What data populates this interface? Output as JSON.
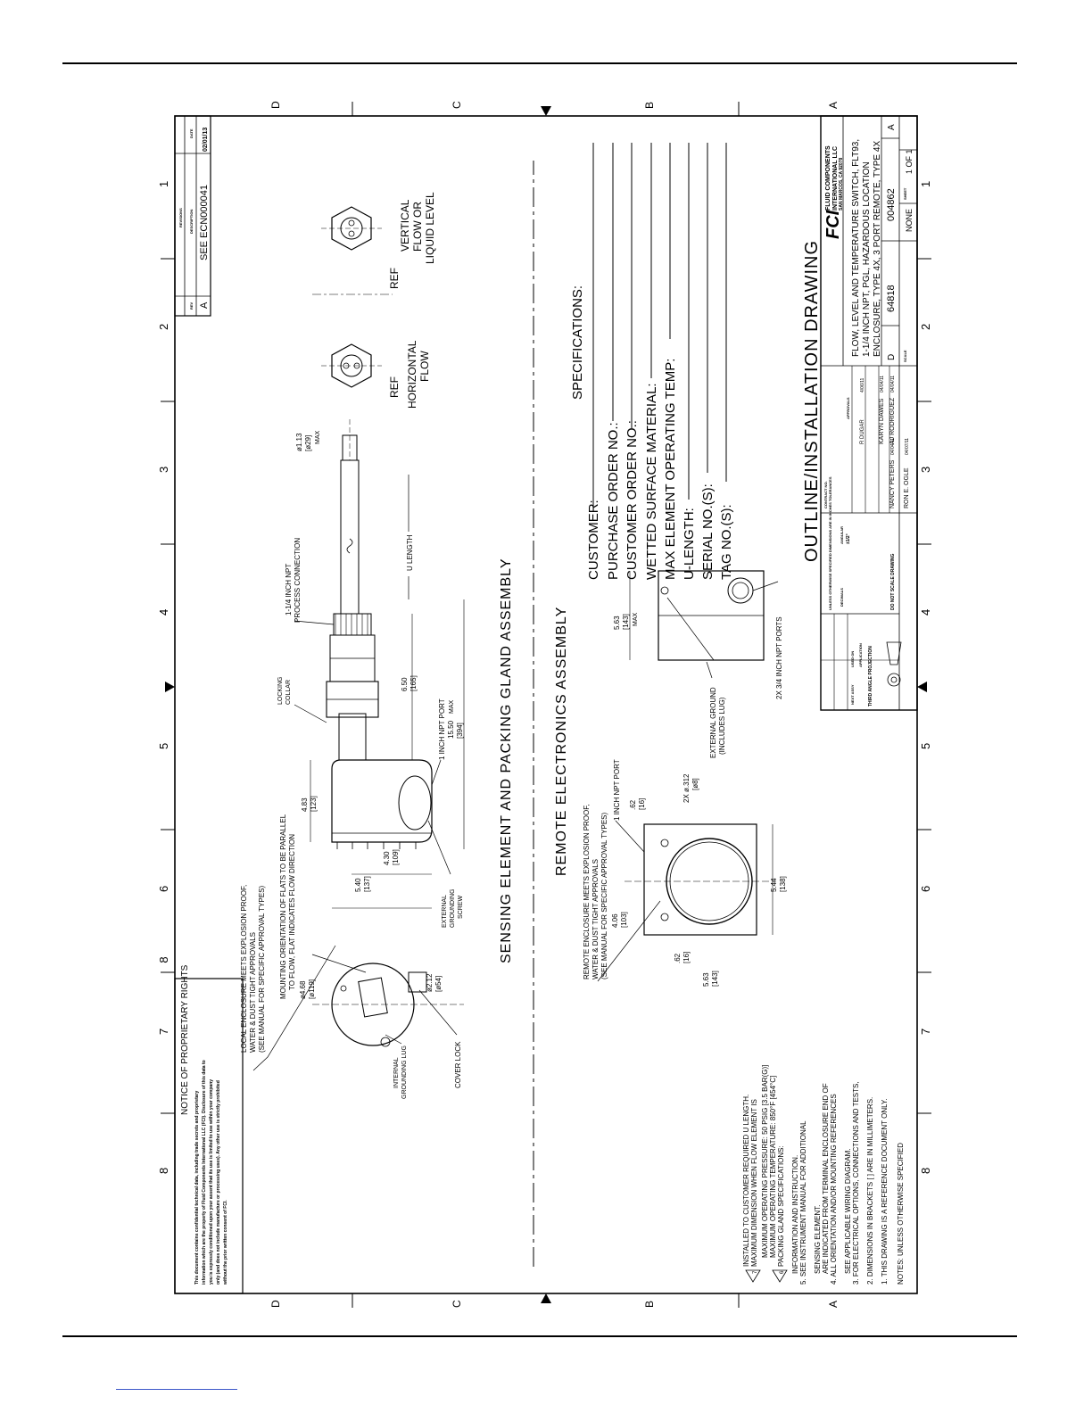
{
  "title_block": {
    "company_line1": "FLUID COMPONENTS",
    "company_line2": "INTERNATIONAL LLC",
    "company_city": "SAN MARCOS, CA 92078",
    "title_line1": "FLOW, LEVEL AND TEMPERATURE SWITCH, FLT93,",
    "title_line2": "1-1/4 INCH NPT, PGL, HAZARDOUS LOCATION",
    "title_line3": "ENCLOSURE, TYPE 4X, 3 PORT REMOTE, TYPE 4X",
    "size": "D",
    "cage_code": "64818",
    "dwg_no": "004862",
    "rev": "A",
    "scale_label": "SCALE",
    "scale": "NONE",
    "sheet_label": "SHEET",
    "sheet": "1 OF 1",
    "drawn_label": "DRAWN",
    "drawn": "NANCY PETERS",
    "drawn_date": "04/04/11",
    "checked": "RON E. OGLE",
    "checked_date": "04/07/11",
    "design": "AJ RODRIGUEZ",
    "design_date": "04/04/11",
    "approver1": "KARYN DAWES",
    "approver1_date": "04/04/11",
    "approver2": "R DUGAR",
    "approver2_date": "4/06/11",
    "approvals_label": "APPROVALS",
    "contract_label": "CONTRACT NO.",
    "projection": "THIRD ANGLE PROJECTION",
    "next_assy": "NEXT ASSY",
    "used_on": "USED ON",
    "application": "APPLICATION",
    "tolerances": "UNLESS OTHERWISE SPECIFIED DIMENSIONS ARE IN INCHES TOLERANCES",
    "decimals_label": "DECIMALS",
    "angular_label": "ANGULAR",
    "angular_value": "±1/2°",
    "do_not_scale": "DO NOT SCALE DRAWING"
  },
  "revisions": {
    "rev_label": "REV",
    "description_label": "DESCRIPTION",
    "date_label": "DATE",
    "header": "REVISIONS",
    "rev": "A",
    "description": "SEE ECN000041",
    "date": "02/01/13"
  },
  "proprietary": {
    "heading": "NOTICE OF PROPRIETARY RIGHTS",
    "line1": "This document contains confidential technical data, including trade secrets and proprietary",
    "line2": "information which are the property of Fluid Components International LLC (FCI). Disclosure of this data to",
    "line3": "you is expressly conditioned upon your assent that its use is limited to use within your company",
    "line4": "only (and does not include manufacture or processing uses). Any other use is strictly prohibited",
    "line5": "without the prior written consent of FCI."
  },
  "main_title": "OUTLINE/INSTALLATION DRAWING",
  "specs": {
    "heading": "SPECIFICATIONS:",
    "items": [
      "CUSTOMER:",
      "PURCHASE ORDER NO.:",
      "CUSTOMER ORDER NO.:",
      "WETTED SURFACE MATERIAL:",
      "MAX ELEMENT OPERATING TEMP:",
      "U-LENGTH:",
      "SERIAL NO.(S):",
      "TAG NO.(S):"
    ]
  },
  "views": {
    "sensing_title": "SENSING ELEMENT AND PACKING GLAND ASSEMBLY",
    "remote_title": "REMOTE ELECTRONICS ASSEMBLY",
    "vertical_label1": "VERTICAL",
    "vertical_label2": "FLOW OR",
    "vertical_label3": "LIQUID LEVEL",
    "horizontal_label1": "HORIZONTAL",
    "horizontal_label2": "FLOW",
    "ref": "REF"
  },
  "callouts": {
    "local_enclosure1": "LOCAL ENCLOSURE MEETS EXPLOSION PROOF,",
    "local_enclosure2": "WATER & DUST TIGHT APPROVALS",
    "local_enclosure3": "(SEE MANUAL FOR SPECIFIC APPROVAL TYPES)",
    "mounting1": "MOUNTING ORIENTATION OF FLATS TO BE PARALLEL",
    "mounting2": "TO FLOW, FLAT INDICATES FLOW DIRECTION",
    "internal_lug1": "INTERNAL",
    "internal_lug2": "GROUNDING LUG",
    "cover_lock": "COVER LOCK",
    "ext_screw1": "EXTERNAL",
    "ext_screw2": "GROUNDING",
    "ext_screw3": "SCREW",
    "locking_collar1": "LOCKING",
    "locking_collar2": "COLLAR",
    "process_conn1": "1-1/4 INCH NPT",
    "process_conn2": "PROCESS CONNECTION",
    "u_length": "U LENGTH",
    "npt_port_1in": "1 INCH NPT PORT",
    "remote_enclosure1": "REMOTE ENCLOSURE MEETS EXPLOSION PROOF,",
    "remote_enclosure2": "WATER & DUST TIGHT APPROVALS",
    "remote_enclosure3": "(SEE MANUAL FOR SPECIFIC APPROVAL TYPES)",
    "ext_ground1": "EXTERNAL GROUND",
    "ext_ground2": "(INCLUDES LUG)",
    "npt_ports_34": "2X 3/4 INCH NPT PORTS"
  },
  "dimensions": {
    "d468": "ø4.68",
    "d468mm": "[ø119]",
    "d212": "ø2.12",
    "d212mm": "[ø54]",
    "d540": "5.40",
    "d540mm": "[137]",
    "d430": "4.30",
    "d430mm": "[109]",
    "d483": "4.83",
    "d483mm": "[123]",
    "d650": "6.50",
    "d650mm": "[165]",
    "d1550": "15.50",
    "d1550max": "MAX",
    "d1550mm": "[394]",
    "d113": "ø1.13",
    "d113mm": "[ø29]",
    "d113max": "MAX",
    "d563a": "5.63",
    "d563amm": "[143]",
    "d062a": ".62",
    "d062amm": "[16]",
    "d406": "4.06",
    "d406mm": "[103]",
    "d062b": ".62",
    "d062bmm": "[16]",
    "d312": "2X ø.312",
    "d312mm": "[ø8]",
    "d544": "5.44",
    "d544mm": "[138]",
    "d563b": "5.63",
    "d563bmm": "[143]",
    "d563bmax": "MAX"
  },
  "notes": {
    "header": "NOTES: UNLESS OTHERWISE SPECIFIED",
    "n1": "1. THIS DRAWING IS A REFERENCE DOCUMENT ONLY.",
    "n2": "2. DIMENSIONS IN BRACKETS [ ] ARE IN MILLIMETERS.",
    "n3a": "3. FOR ELECTRICAL OPTIONS, CONNECTIONS AND TESTS,",
    "n3b": "SEE APPLICABLE WIRING DIAGRAM.",
    "n4a": "4. ALL ORIENTATION AND/OR MOUNTING REFERENCES",
    "n4b": "ARE INDICATED FROM TERMINAL ENCLOSURE END OF",
    "n4c": "SENSING ELEMENT.",
    "n5a": "5. SEE INSTRUMENT MANUAL FOR ADDITIONAL",
    "n5b": "INFORMATION AND INSTRUCTION.",
    "n6a": "PACKING GLAND SPECIFICATIONS:",
    "n6b": "MAXIMUM OPERATING TEMPERATURE: 850°F [454°C]",
    "n6c": "MAXIMUM OPERATING PRESSURE: 50 PSIG [3.5 BAR(G)]",
    "n7a": "MAXIMUM DIMENSION WHEN FLOW ELEMENT IS",
    "n7b": "INSTALLED TO CUSTOMER REQUIRED U LENGTH.",
    "tri6": "6",
    "tri7": "7"
  },
  "zones": {
    "numbers": [
      "8",
      "7",
      "6",
      "5",
      "4",
      "3",
      "2",
      "1"
    ],
    "letters": [
      "D",
      "C",
      "B",
      "A"
    ]
  }
}
